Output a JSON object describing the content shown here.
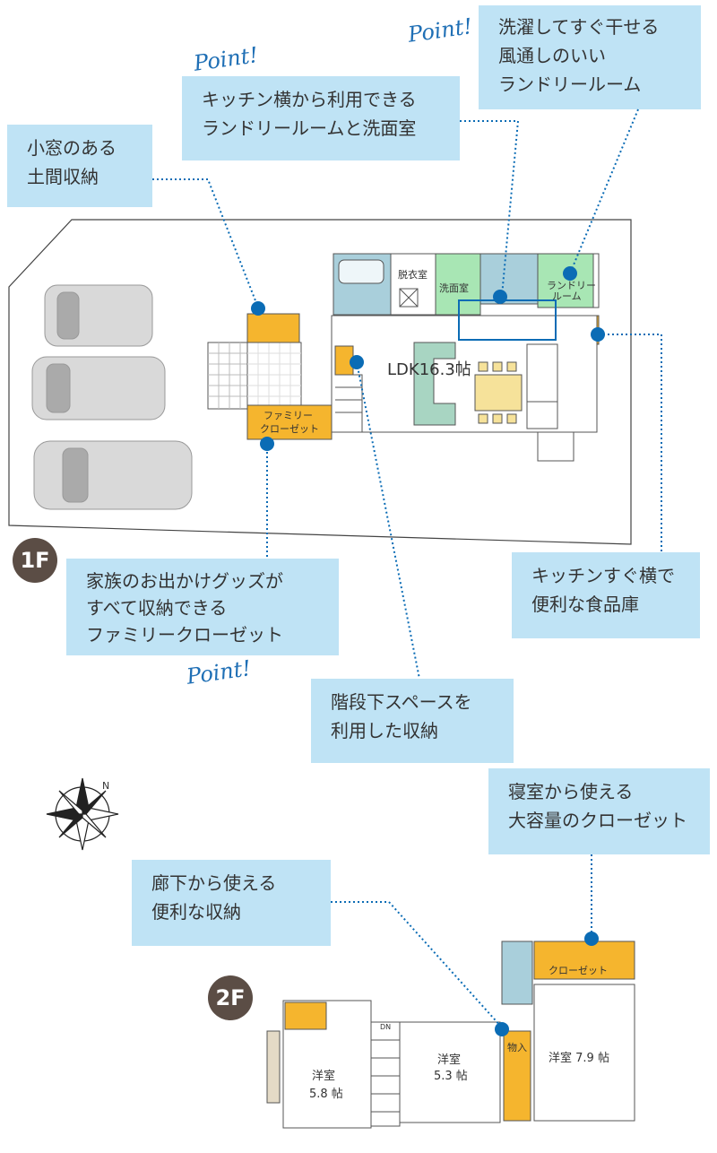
{
  "floors": {
    "first": {
      "badge": "1F"
    },
    "second": {
      "badge": "2F"
    }
  },
  "point_label": "Point!",
  "callouts": {
    "kitchen_laundry": [
      "キッチン横から利用できる",
      "ランドリールームと洗面室"
    ],
    "laundry_room": [
      "洗濯してすぐ干せる",
      "風通しのいい",
      "ランドリールーム"
    ],
    "doma_storage": [
      "小窓のある",
      "土間収納"
    ],
    "family_closet": [
      "家族のお出かけグッズが",
      "すべて収納できる",
      "ファミリークローゼット"
    ],
    "pantry": [
      "キッチンすぐ横で",
      "便利な食品庫"
    ],
    "under_stairs": [
      "階段下スペースを",
      "利用した収納"
    ],
    "bedroom_closet": [
      "寝室から使える",
      "大容量のクローゼット"
    ],
    "hallway_storage": [
      "廊下から使える",
      "便利な収納"
    ]
  },
  "rooms_1f": {
    "ldk": "LDK16.3帖",
    "dressing": "脱衣室",
    "washroom": "洗面室",
    "laundry": [
      "ランドリー",
      "ルーム"
    ],
    "family_closet": [
      "ファミリー",
      "クローゼット"
    ]
  },
  "rooms_2f": {
    "room_a": [
      "洋室",
      "5.8 帖"
    ],
    "room_b": [
      "洋室",
      "5.3 帖"
    ],
    "room_c": "洋室 7.9 帖",
    "closet": "クローゼット",
    "storage": "物入",
    "dn": "DN"
  },
  "compass_label": "N",
  "colors": {
    "callout_bg": "#bfe3f5",
    "dot": "#0b6cb5",
    "storage": "#f5b52e",
    "wet_green": "#a8e6b4",
    "bath_blue": "#a9cfdb",
    "badge": "#5b4d45"
  }
}
